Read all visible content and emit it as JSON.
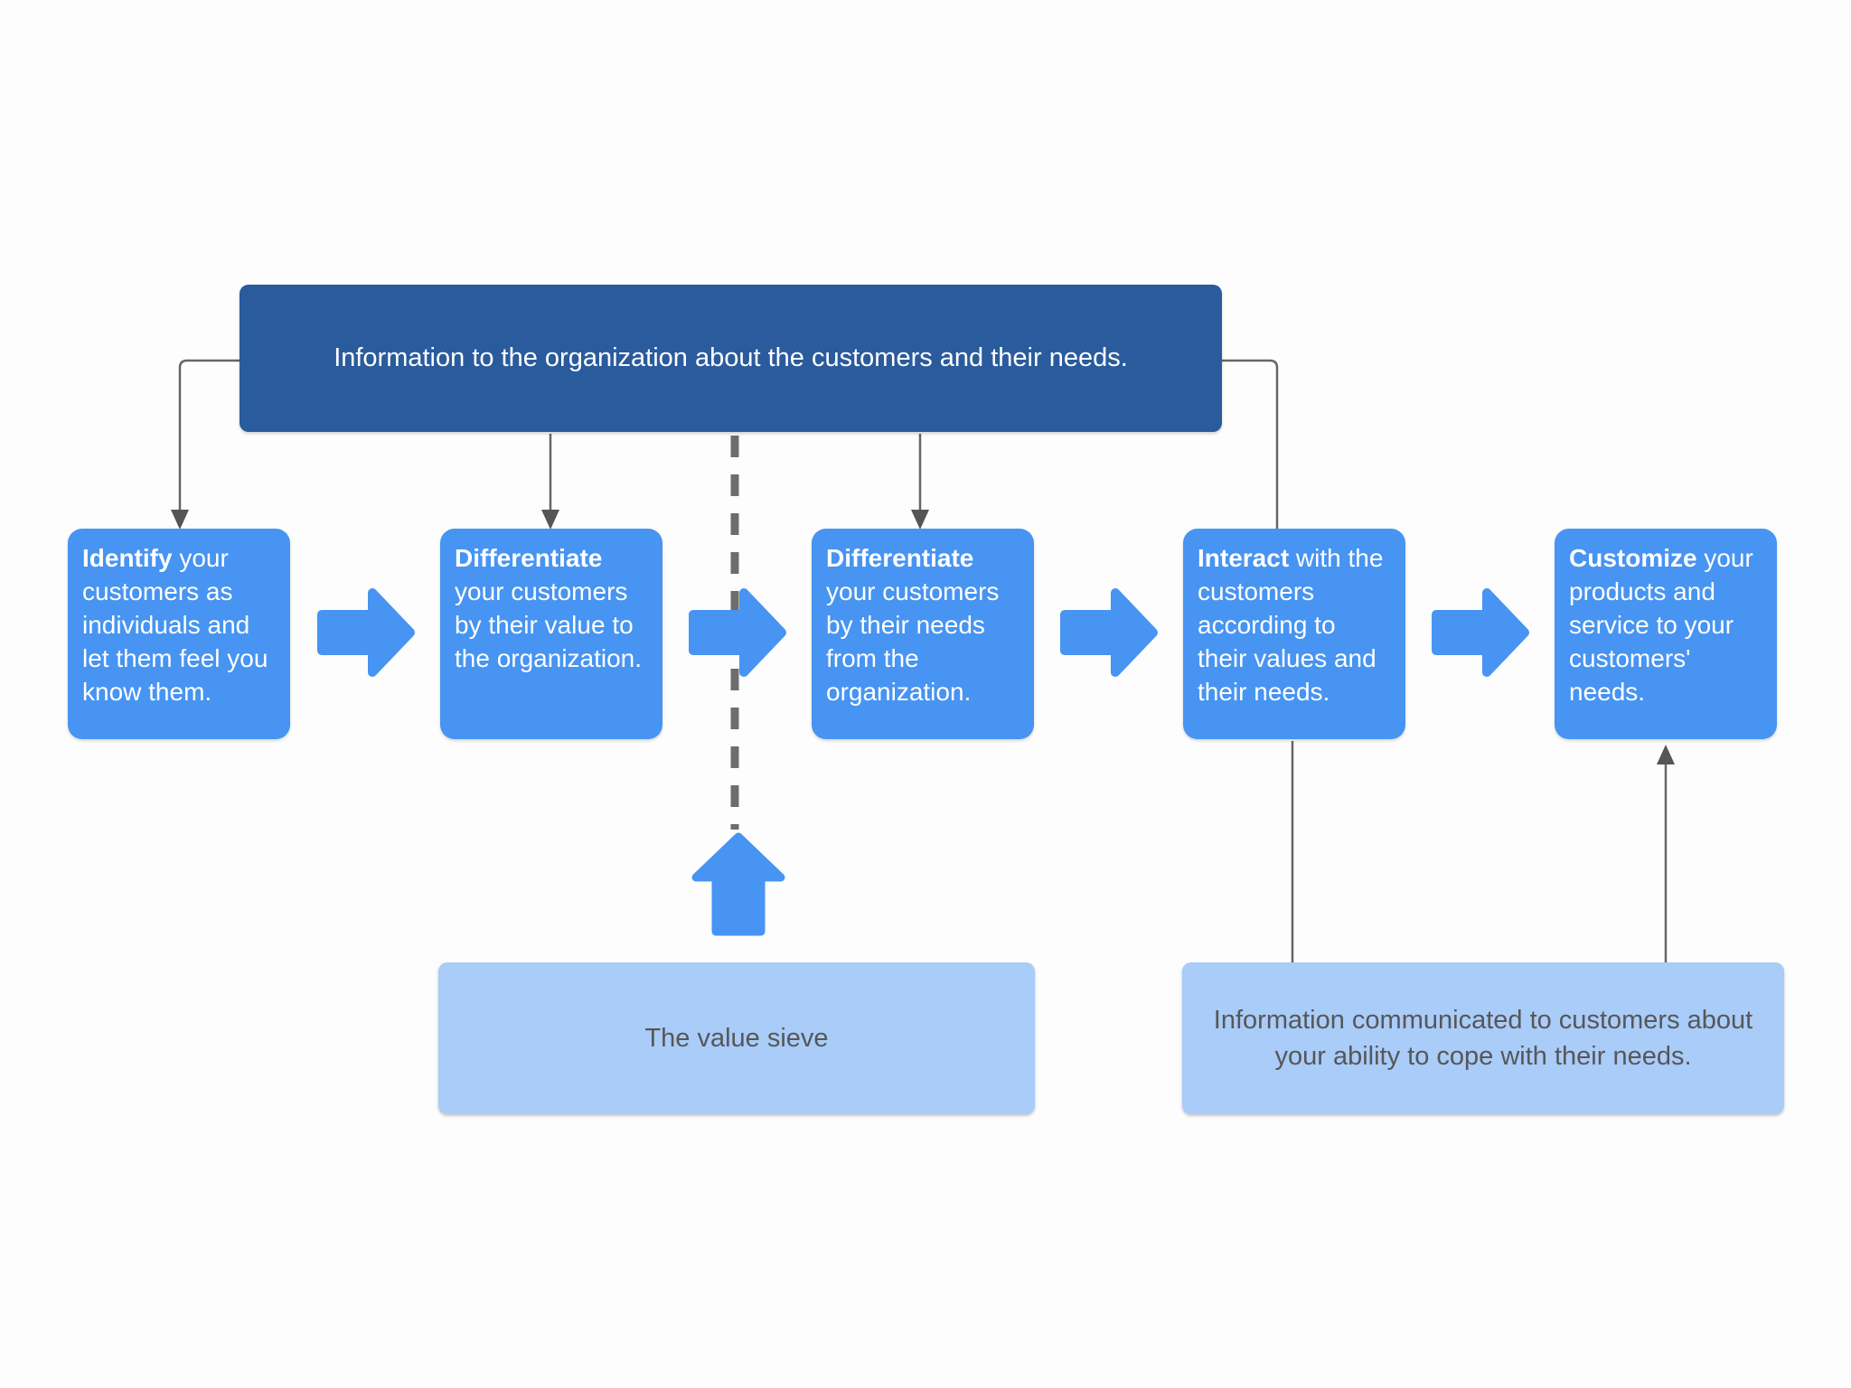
{
  "banner": {
    "text": "Information to the organization about the customers and their needs."
  },
  "steps": [
    {
      "keyword": "Identify",
      "rest": " your customers as individuals and let them feel you know them."
    },
    {
      "keyword": "Differentiate",
      "rest": " your customers by their value to the organization."
    },
    {
      "keyword": "Differentiate",
      "rest": " your customers by their needs from the organization."
    },
    {
      "keyword": "Interact",
      "rest": " with the customers according to their values and their needs."
    },
    {
      "keyword": "Customize",
      "rest": " your products and service to your customers' needs."
    }
  ],
  "value_sieve": {
    "label": "The value sieve"
  },
  "customer_info": {
    "text": "Information communicated to customers about your ability to cope with their needs."
  },
  "colors": {
    "dark_blue": "#2a5b9c",
    "step_blue": "#4794f2",
    "light_blue": "#a9ccf9",
    "connector_gray": "#666666",
    "dashed_gray": "#6d6d6d",
    "muted_text": "#575757"
  }
}
